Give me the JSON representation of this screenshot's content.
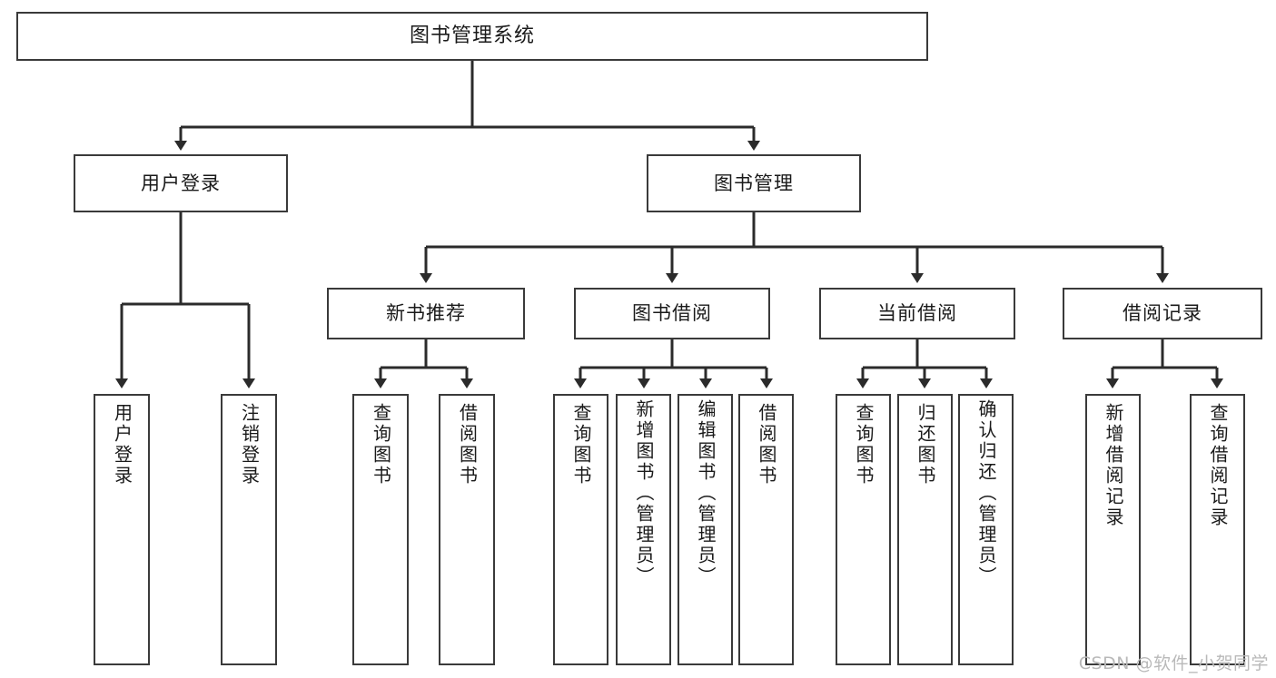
{
  "diagram": {
    "title": "图书管理系统",
    "type": "tree-hierarchy-diagram",
    "root": {
      "id": "root",
      "label": "图书管理系统"
    },
    "level2": [
      {
        "id": "user-login",
        "label": "用户登录"
      },
      {
        "id": "book-manage",
        "label": "图书管理"
      }
    ],
    "level3": [
      {
        "id": "new-book-recommend",
        "label": "新书推荐"
      },
      {
        "id": "book-borrow",
        "label": "图书借阅"
      },
      {
        "id": "current-borrow",
        "label": "当前借阅"
      },
      {
        "id": "borrow-record",
        "label": "借阅记录"
      }
    ],
    "leaves": {
      "user_login": [
        {
          "id": "leaf-user-login",
          "label": "用户登录"
        },
        {
          "id": "leaf-logout",
          "label": "注销登录"
        }
      ],
      "new_book_recommend": [
        {
          "id": "leaf-query-book-1",
          "label": "查询图书"
        },
        {
          "id": "leaf-borrow-book-1",
          "label": "借阅图书"
        }
      ],
      "book_borrow": [
        {
          "id": "leaf-query-book-2",
          "label": "查询图书"
        },
        {
          "id": "leaf-add-book",
          "label": "新增图书（管理员）"
        },
        {
          "id": "leaf-edit-book",
          "label": "编辑图书（管理员）"
        },
        {
          "id": "leaf-borrow-book-2",
          "label": "借阅图书"
        }
      ],
      "current_borrow": [
        {
          "id": "leaf-query-book-3",
          "label": "查询图书"
        },
        {
          "id": "leaf-return-book",
          "label": "归还图书"
        },
        {
          "id": "leaf-confirm-return",
          "label": "确认归还（管理员）"
        }
      ],
      "borrow_record": [
        {
          "id": "leaf-add-record",
          "label": "新增借阅记录"
        },
        {
          "id": "leaf-query-record",
          "label": "查询借阅记录"
        }
      ]
    },
    "colors": {
      "box_border": "#3a3a3a",
      "box_fill": "#ffffff",
      "connector": "#2b2b2b",
      "text": "#1a1a1a",
      "watermark": "#b9b9b9",
      "background": "#ffffff"
    }
  },
  "watermark": {
    "text": "CSDN @软件_小贺同学"
  }
}
